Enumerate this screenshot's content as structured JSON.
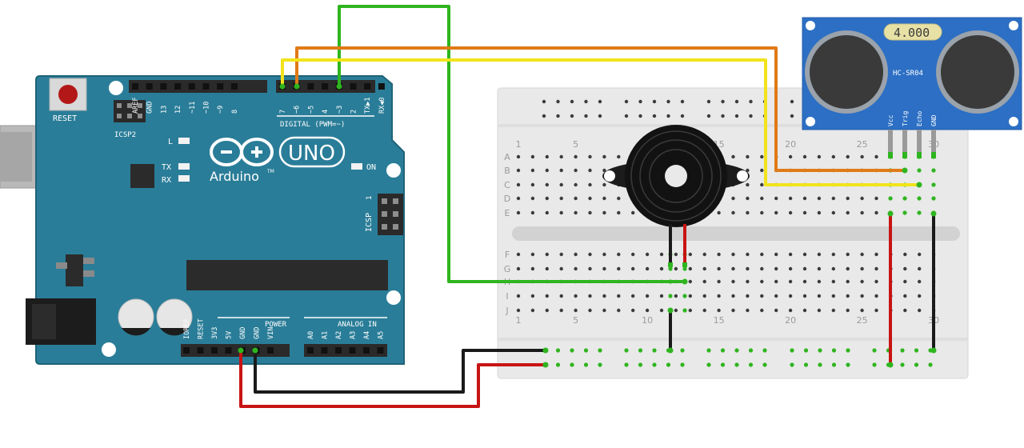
{
  "arduino": {
    "reset_label": "RESET",
    "icsp2_label": "ICSP2",
    "icsp_label": "ICSP",
    "led_l_label": "L",
    "led_tx_label": "TX",
    "led_rx_label": "RX",
    "led_on_label": "ON",
    "logo_text": "Arduino",
    "logo_tm": "TM",
    "uno_label": "UNO",
    "digital_label": "DIGITAL (PWM=~)",
    "power_label": "POWER",
    "analog_label": "ANALOG IN",
    "digital_pins": [
      "AREF",
      "GND",
      "13",
      "12",
      "~11",
      "~10",
      "~9",
      "8",
      "7",
      "~6",
      "~5",
      "4",
      "~3",
      "2",
      "TX▶1",
      "RX◀0"
    ],
    "power_pins": [
      "IOREF",
      "RESET",
      "3V3",
      "5V",
      "GND",
      "GND",
      "VIN"
    ],
    "analog_pins": [
      "A0",
      "A1",
      "A2",
      "A3",
      "A4",
      "A5"
    ]
  },
  "sensor": {
    "display_value": "4.000",
    "model_label": "HC-SR04",
    "pins": [
      "Vcc",
      "Trig",
      "Echo",
      "GND"
    ]
  },
  "breadboard": {
    "column_numbers": [
      "1",
      "5",
      "10",
      "15",
      "20",
      "25",
      "30"
    ],
    "row_letters_top": [
      "A",
      "B",
      "C",
      "D",
      "E"
    ],
    "row_letters_bottom": [
      "F",
      "G",
      "H",
      "I",
      "J"
    ]
  },
  "colors": {
    "arduino_board": "#2a7d98",
    "breadboard": "#e9e9e9",
    "sensor_board": "#2c6fc4",
    "wire_green": "#2fb51f",
    "wire_orange": "#e07a17",
    "wire_yellow": "#f2e31c",
    "wire_red": "#c81414",
    "wire_black": "#1a1a1a"
  }
}
